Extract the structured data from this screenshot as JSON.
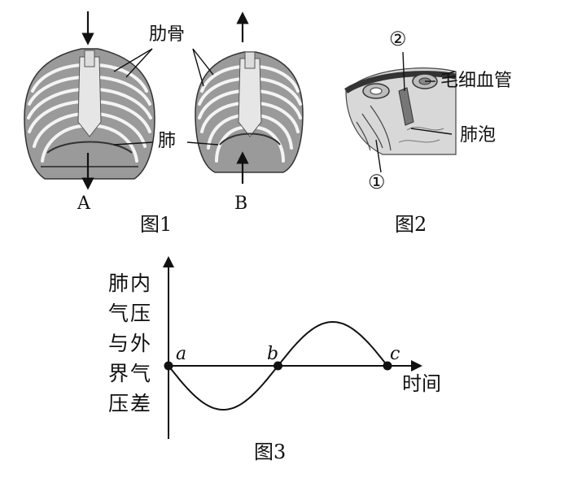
{
  "figure1": {
    "caption": "图1",
    "label_rib": "肋骨",
    "label_lung": "肺",
    "label_a": "A",
    "label_b": "B"
  },
  "figure2": {
    "caption": "图2",
    "label_capillary": "毛细血管",
    "label_alveolus": "肺泡",
    "marker_1": "①",
    "marker_2": "②"
  },
  "figure3": {
    "caption": "图3",
    "ylabel": "肺内气压与外界气压差",
    "xlabel": "时间",
    "points": [
      "a",
      "b",
      "c"
    ]
  },
  "chart_data": {
    "type": "line",
    "xlabel": "时间",
    "ylabel": "肺内气压与外界气压差",
    "point_labels": [
      "a",
      "b",
      "c"
    ],
    "series": [
      {
        "x": [
          0,
          0.25,
          0.5,
          0.75,
          1.0
        ],
        "y": [
          0,
          -1,
          0,
          1,
          0
        ]
      }
    ]
  }
}
